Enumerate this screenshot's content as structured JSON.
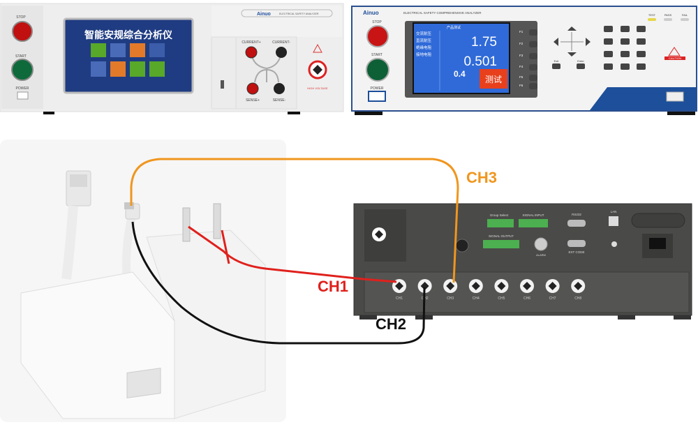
{
  "analyzer_a": {
    "stop": "STOP",
    "start": "START",
    "power": "POWER",
    "brand": "Ainuo",
    "model_text": "ELECTRICAL SAFETY ANALYZER",
    "screen_title": "智能安规综合分析仪",
    "hv_label": "HIGH VOLTAGE",
    "terminals": [
      "CURRENT+",
      "CURRENT-",
      "SENSE+",
      "SENSE-"
    ]
  },
  "analyzer_b": {
    "brand": "Ainuo",
    "model_text": "ELECTRICAL SAFETY COMPREHENSIVE ANALYZER",
    "stop": "STOP",
    "start": "START",
    "power": "POWER",
    "screen_header": "产品测试",
    "menu": [
      "交流耐压",
      "直流耐压",
      "绝缘电阻",
      "接地电阻"
    ],
    "reading1": "1.75",
    "reading2": "0.501",
    "reading3": "0.4",
    "test_button": "测试",
    "fkeys": [
      "F1",
      "F2",
      "F3",
      "F4",
      "F5",
      "F6"
    ],
    "nav": {
      "exit": "Exit",
      "enter": "Enter"
    },
    "indicators": [
      "TEST",
      "PASS",
      "FAIL"
    ],
    "caution": "CAUTION",
    "indicator_colors": {
      "test": "#e6d64a",
      "pass": "#cccccc",
      "fail": "#cccccc"
    }
  },
  "rear_panel": {
    "channels": [
      "CH1",
      "CH2",
      "CH3",
      "CH4",
      "CH5",
      "CH6",
      "CH7",
      "CH8"
    ],
    "group_select": "Group Select",
    "signal_input": "SIGNAL INPUT",
    "signal_output": "SIGNAL OUTPUT",
    "rs232": "RS232",
    "lan": "LAN",
    "ext_code": "EXT CODE",
    "alarm": "ALARM"
  },
  "wires": [
    {
      "label": "CH1",
      "color": "#e0201c"
    },
    {
      "label": "CH2",
      "color": "#111111"
    },
    {
      "label": "CH3",
      "color": "#f0961e"
    }
  ]
}
